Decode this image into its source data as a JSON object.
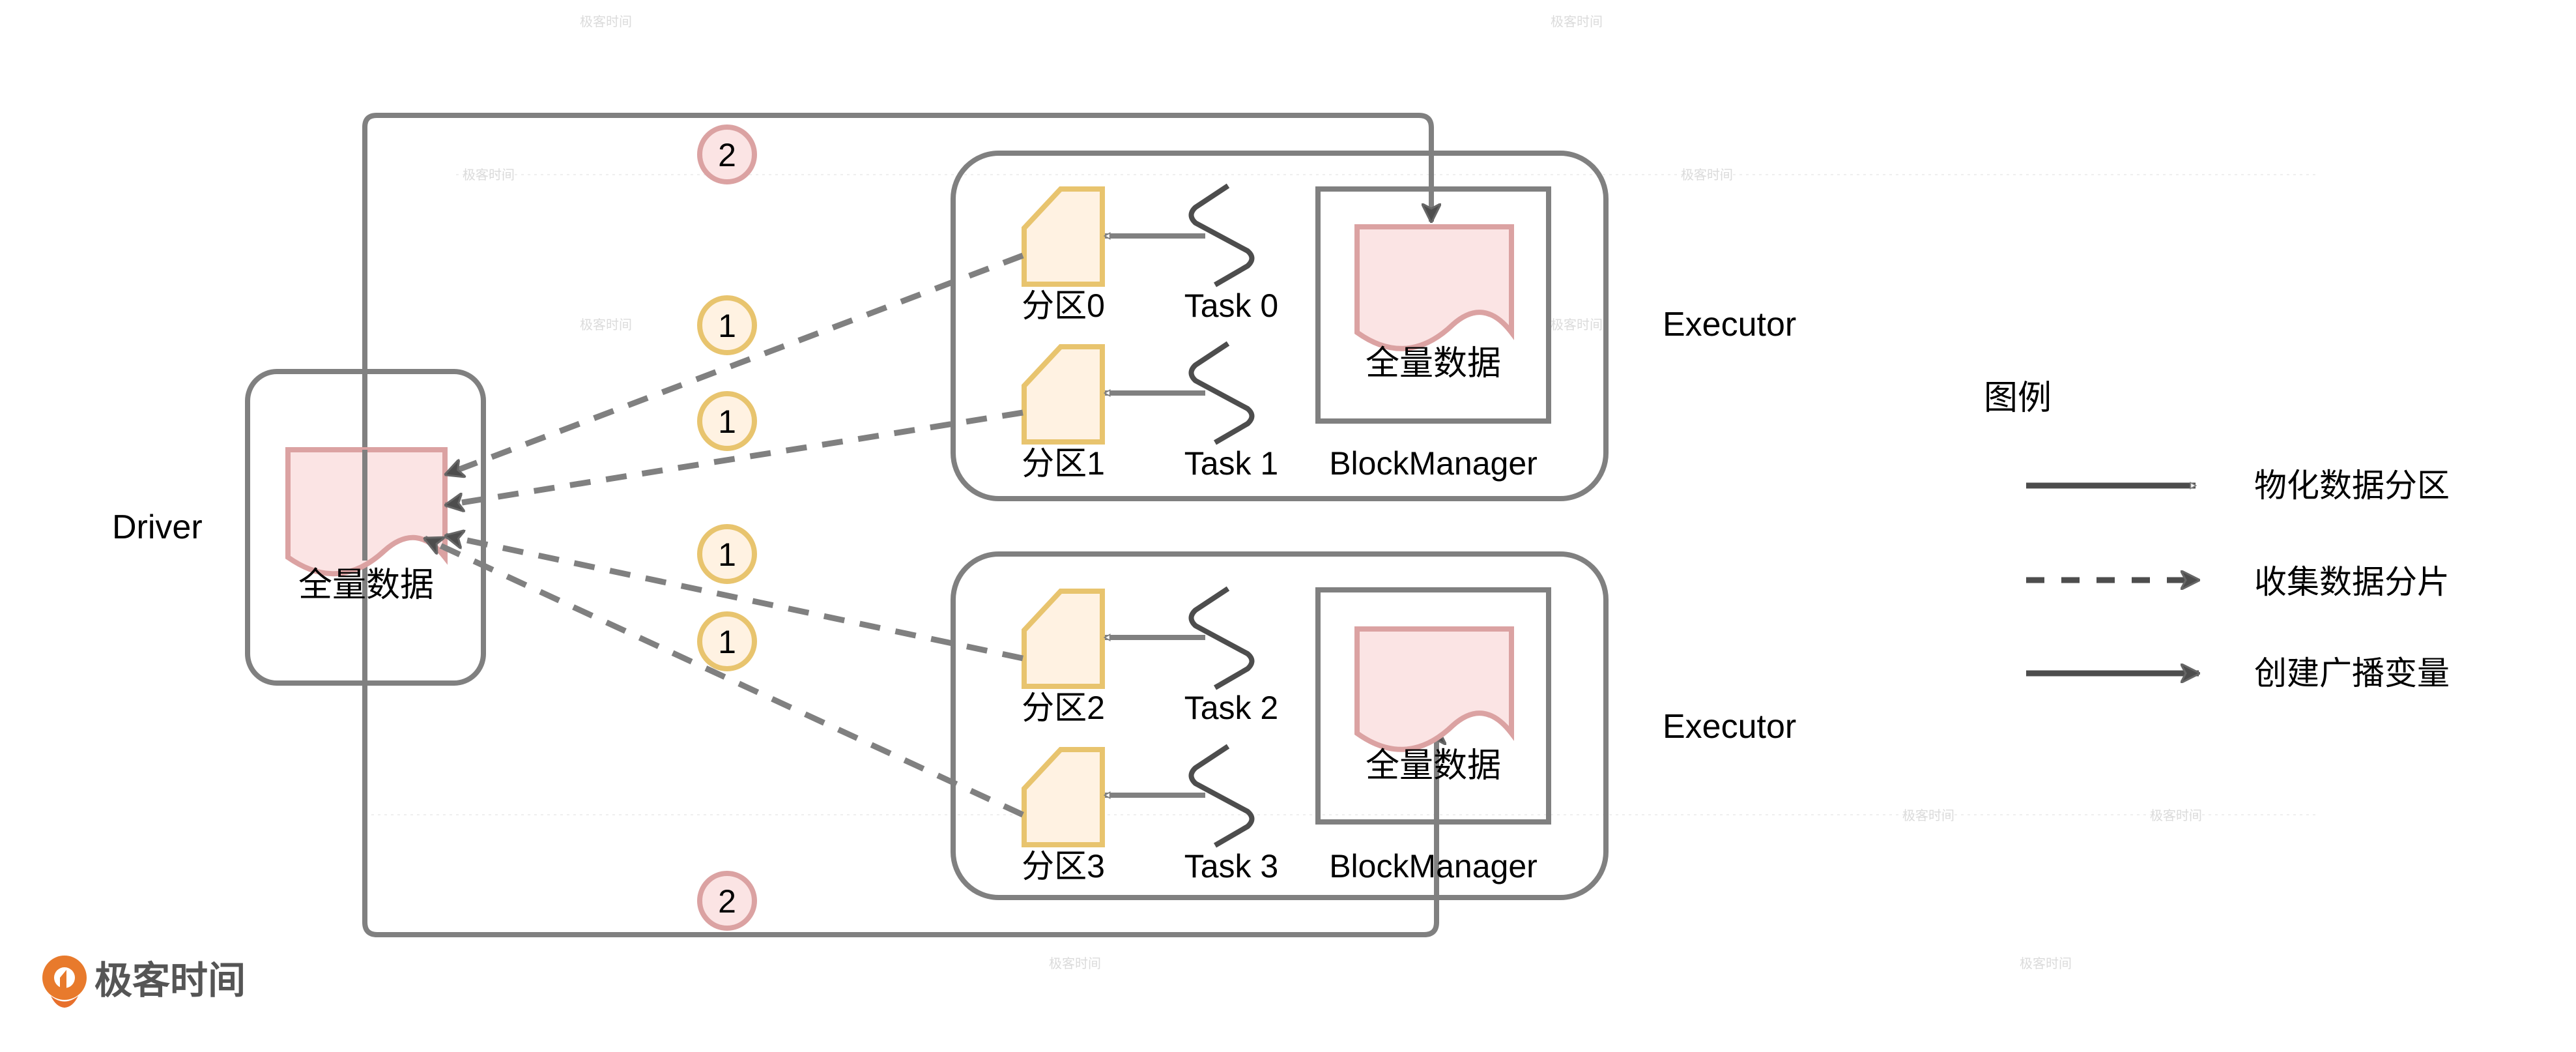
{
  "driver": {
    "label": "Driver",
    "data_label": "全量数据"
  },
  "executors": [
    {
      "label": "Executor",
      "partitions": [
        {
          "label": "分区0"
        },
        {
          "label": "分区1"
        }
      ],
      "tasks": [
        {
          "label": "Task 0"
        },
        {
          "label": "Task 1"
        }
      ],
      "block_manager": {
        "label": "BlockManager",
        "data_label": "全量数据"
      }
    },
    {
      "label": "Executor",
      "partitions": [
        {
          "label": "分区2"
        },
        {
          "label": "分区3"
        }
      ],
      "tasks": [
        {
          "label": "Task 2"
        },
        {
          "label": "Task 3"
        }
      ],
      "block_manager": {
        "label": "BlockManager",
        "data_label": "全量数据"
      }
    }
  ],
  "step_markers": {
    "collect": [
      "1",
      "1",
      "1",
      "1"
    ],
    "broadcast": [
      "2",
      "2"
    ]
  },
  "legend": {
    "title": "图例",
    "items": [
      {
        "style": "solid-open-arrow",
        "label": "物化数据分区"
      },
      {
        "style": "dashed-arrow",
        "label": "收集数据分片"
      },
      {
        "style": "solid-arrow",
        "label": "创建广播变量"
      }
    ]
  },
  "brand": {
    "name": "极客时间",
    "watermark": "极客时间"
  },
  "colors": {
    "line": "#808080",
    "line_dark": "#4d4d4d",
    "partition_fill": "#fff2e2",
    "partition_stroke": "#e8c46e",
    "data_fill": "#fbe4e4",
    "data_stroke": "#dba2a2",
    "brand_orange": "#e87a2c",
    "brand_text": "#555555"
  }
}
